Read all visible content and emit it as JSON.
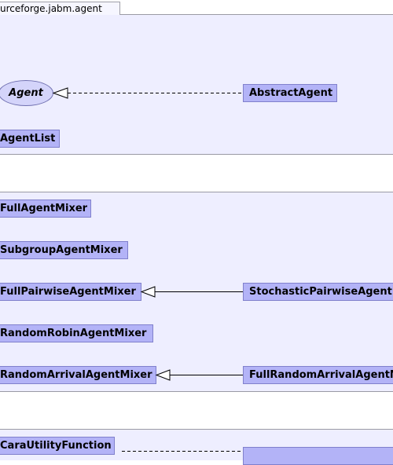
{
  "package_tab": "urceforge.jabm.agent",
  "group1": {
    "interface": "Agent",
    "abstract_agent": "AbstractAgent",
    "agent_list": "AgentList"
  },
  "group2": {
    "full_agent_mixer": "FullAgentMixer",
    "subgroup_agent_mixer": "SubgroupAgentMixer",
    "full_pairwise_agent_mixer": "FullPairwiseAgentMixer",
    "stochastic_pairwise_agent": "StochasticPairwiseAgent",
    "random_robin_agent_mixer": "RandomRobinAgentMixer",
    "random_arrival_agent_mixer": "RandomArrivalAgentMixer",
    "full_random_arrival_agent": "FullRandomArrivalAgentM"
  },
  "group3": {
    "cara_utility_function": "CaraUtilityFunction"
  },
  "colors": {
    "class_fill": "#b3b3f7",
    "interface_fill": "#d4d4fa",
    "package_fill": "#eeeeff"
  }
}
